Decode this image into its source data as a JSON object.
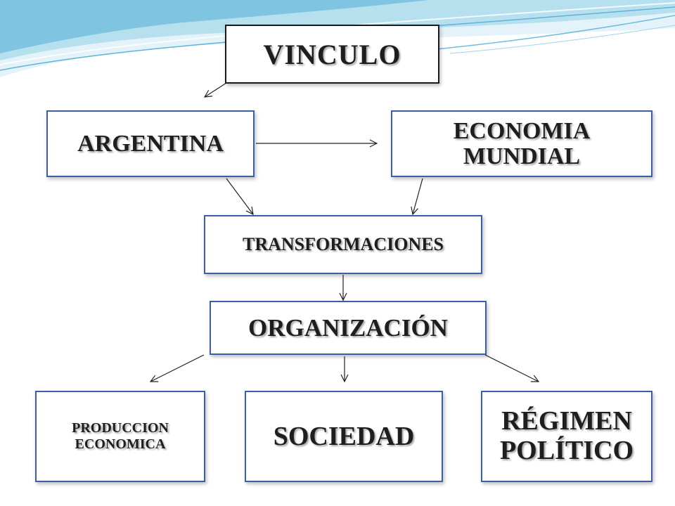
{
  "colors": {
    "box_border": "#3a5fa8",
    "title_border": "#1a1a1a",
    "swoosh_light": "#cfe9f3",
    "swoosh_mid": "#8fcde6",
    "swoosh_dark": "#3d9dca",
    "arrow": "#222222"
  },
  "boxes": {
    "vinculo": "VINCULO",
    "argentina": "ARGENTINA",
    "economia_mundial": [
      "ECONOMIA",
      "MUNDIAL"
    ],
    "transformaciones": "TRANSFORMACIONES",
    "organizacion": "ORGANIZACIÓN",
    "produccion_economica": [
      "PRODUCCION",
      "ECONOMICA"
    ],
    "sociedad": "SOCIEDAD",
    "regimen_politico": [
      "RÉGIMEN",
      "POLÍTICO"
    ]
  }
}
